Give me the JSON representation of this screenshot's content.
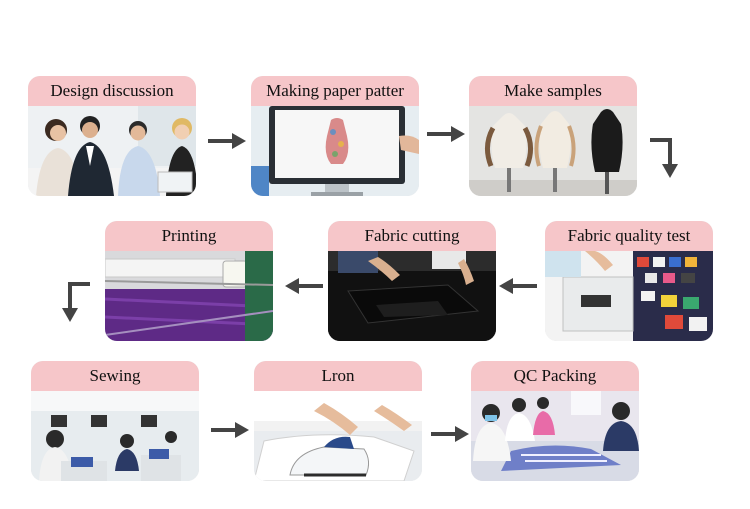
{
  "steps": [
    {
      "label": "Design discussion"
    },
    {
      "label": "Making paper patter"
    },
    {
      "label": "Make samples"
    },
    {
      "label": "Fabric quality test"
    },
    {
      "label": "Fabric cutting"
    },
    {
      "label": "Printing"
    },
    {
      "label": "Sewing"
    },
    {
      "label": "Lron"
    },
    {
      "label": "QC Packing"
    }
  ],
  "colors": {
    "label_bg": "#f6c6c9",
    "arrow": "#444444"
  }
}
